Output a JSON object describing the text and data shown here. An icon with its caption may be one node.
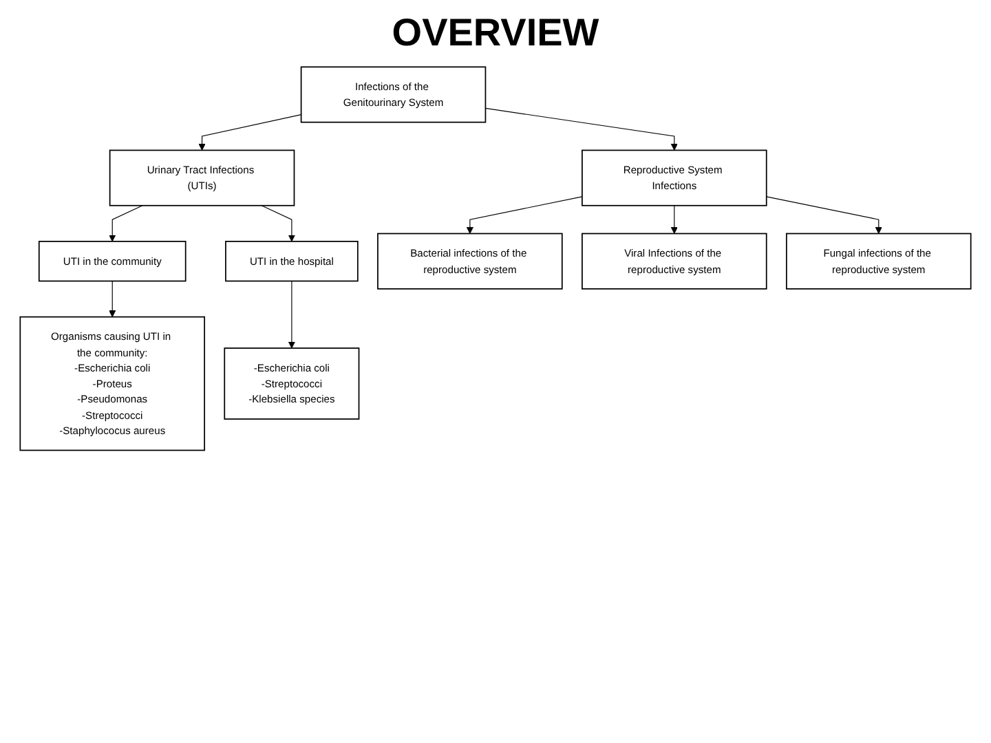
{
  "diagram": {
    "title": "OVERVIEW",
    "nodes": [
      {
        "text": [
          "Infections of the Genitourinary System"
        ]
      },
      {
        "text": [
          "Urinary Tract Infections (UTIs)"
        ]
      },
      {
        "text": [
          "Reproductive System Infections"
        ]
      },
      {
        "text": [
          "UTI in the community"
        ]
      },
      {
        "text": [
          "UTI in the hospital"
        ]
      },
      {
        "text": [
          "Organisms causing UTI in the community:",
          "-Escherichia coli",
          "-Proteus",
          "-Pseudomonas",
          "-Streptococci",
          "-Staphylococus aureus"
        ]
      },
      {
        "text": [
          "-Escherichia coli",
          "-Streptococci",
          "-Klebsiella species"
        ]
      },
      {
        "text": [
          "Bacterial infections of the reproductive system"
        ]
      },
      {
        "text": [
          "Viral Infections of the reproductive system"
        ]
      },
      {
        "text": [
          "Fungal infections of the reproductive system"
        ]
      }
    ],
    "edges": [
      {
        "from": 0,
        "to": 1,
        "arrow": "to"
      },
      {
        "from": 0,
        "to": 2,
        "arrow": "to"
      },
      {
        "from": 1,
        "to": 3,
        "arrow": "to"
      },
      {
        "from": 1,
        "to": 4,
        "arrow": "to"
      },
      {
        "from": 3,
        "to": 5,
        "arrow": "to"
      },
      {
        "from": 4,
        "to": 6,
        "arrow": "to"
      },
      {
        "from": 2,
        "to": 7,
        "arrow": "to"
      },
      {
        "from": 2,
        "to": 8,
        "arrow": "to"
      },
      {
        "from": 2,
        "to": 9,
        "arrow": "to"
      }
    ]
  }
}
